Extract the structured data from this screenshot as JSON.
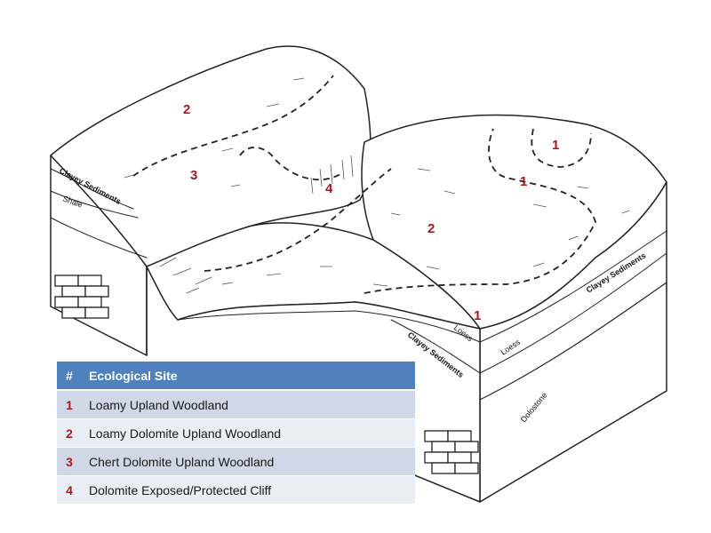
{
  "zone_labels": [
    {
      "id": "2",
      "text": "2"
    },
    {
      "id": "3",
      "text": "3"
    },
    {
      "id": "4",
      "text": "4"
    },
    {
      "id": "2b",
      "text": "2"
    },
    {
      "id": "1a",
      "text": "1"
    },
    {
      "id": "1b",
      "text": "1"
    },
    {
      "id": "1c",
      "text": "1"
    }
  ],
  "strata_labels": {
    "clayey_left": "Clayey Sediments",
    "shale": "Shale",
    "clayey_front": "Clayey Sediments",
    "loess_front": "Loess",
    "loess_right": "Loess",
    "clayey_right": "Clayey Sediments",
    "dolostone": "Dolostone"
  },
  "legend": {
    "header_num": "#",
    "header_site": "Ecological Site",
    "rows": [
      {
        "num": "1",
        "site": "Loamy Upland Woodland"
      },
      {
        "num": "2",
        "site": "Loamy Dolomite Upland Woodland"
      },
      {
        "num": "3",
        "site": "Chert Dolomite Upland Woodland"
      },
      {
        "num": "4",
        "site": "Dolomite Exposed/Protected  Cliff"
      }
    ]
  },
  "colors": {
    "zone_number": "#a8181e",
    "legend_header": "#4f81bd",
    "legend_row_odd": "#d0d8e8",
    "legend_row_even": "#e9edf4"
  }
}
